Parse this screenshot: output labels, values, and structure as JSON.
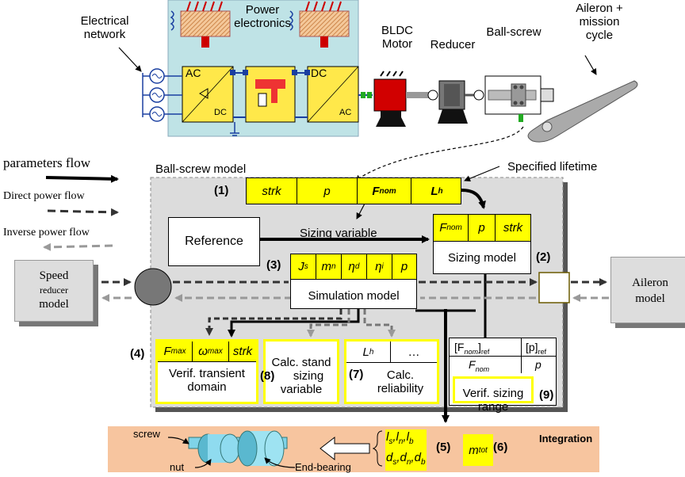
{
  "top": {
    "electrical_network": [
      "Electrical",
      "network"
    ],
    "power_electronics": [
      "Power",
      "electronics"
    ],
    "ac_left": "AC",
    "dc_left": "DC",
    "dc_right": "DC",
    "ac_right": "AC",
    "bldc": [
      "BLDC",
      "Motor"
    ],
    "reducer": "Reducer",
    "ball_screw": "Ball-screw",
    "aileron": [
      "Aileron +",
      "mission",
      "cycle"
    ]
  },
  "legend": {
    "parameters_flow": "parameters flow",
    "direct_power_flow": "Direct power flow",
    "inverse_power_flow": "Inverse power flow"
  },
  "model": {
    "title": "Ball-screw model",
    "specified_lifetime": "Specified lifetime",
    "sizing_variable": "Sizing variable",
    "reference": "Reference",
    "box1": {
      "num": "(1)",
      "cells": [
        "strk",
        "p",
        "F",
        "L"
      ],
      "subs": [
        "",
        "",
        "nom",
        "h"
      ]
    },
    "box2": {
      "num": "(2)",
      "cells": [
        "F",
        "p",
        "strk"
      ],
      "subs": [
        "nom",
        "",
        ""
      ],
      "label": "Sizing model"
    },
    "box3": {
      "num": "(3)",
      "cells": [
        "J",
        "m",
        "η",
        "η",
        "p"
      ],
      "subs": [
        "s",
        "n",
        "d",
        "i",
        ""
      ],
      "label": "Simulation model"
    },
    "box4": {
      "num": "(4)",
      "cells": [
        "F",
        "ω",
        "strk"
      ],
      "subs": [
        "max",
        "max",
        ""
      ],
      "label": [
        "Verif. transient",
        "domain"
      ]
    },
    "box8": {
      "num": "(8)",
      "label": [
        "Calc. stand",
        "sizing",
        "variable"
      ]
    },
    "box7": {
      "num": "(7)",
      "cells": [
        "L",
        "…"
      ],
      "subs": [
        "h",
        ""
      ],
      "label": [
        "Calc.",
        "reliability"
      ]
    },
    "box9": {
      "num": "(9)",
      "row1": [
        "[F",
        "nom",
        "]",
        "ref",
        "[p]",
        "ref"
      ],
      "row2": [
        "F",
        "nom",
        "p"
      ],
      "label": [
        "Verif. sizing",
        "range"
      ]
    }
  },
  "side": {
    "speed_reducer": [
      "Speed",
      "reducer",
      "model"
    ],
    "aileron_model": [
      "Aileron",
      "model"
    ]
  },
  "integration": {
    "title": "Integration",
    "screw": "screw",
    "nut": "nut",
    "end_bearing": "End-bearing",
    "num5": "(5)",
    "num6": "(6)",
    "l_vars": "l",
    "l_subs": [
      "s",
      "n",
      "b"
    ],
    "d_vars": "d",
    "d_subs": [
      "s",
      "n",
      "b"
    ],
    "mtot": "m",
    "mtot_sub": "tot"
  }
}
